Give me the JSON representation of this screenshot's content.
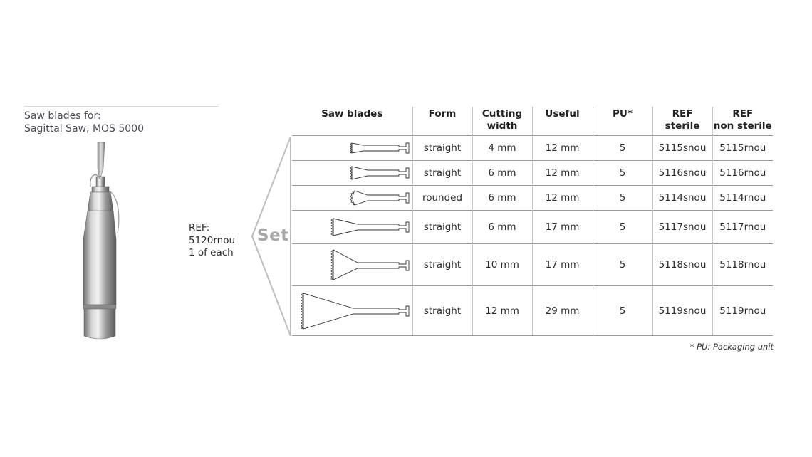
{
  "product": {
    "title_line1": "Saw blades for:",
    "title_line2": "Sagittal Saw, MOS 5000"
  },
  "set": {
    "ref_label": "REF:",
    "ref_code": "5120rnou",
    "note": "1 of each",
    "label": "Set"
  },
  "table": {
    "headers": [
      {
        "line1": "Saw blades",
        "line2": ""
      },
      {
        "line1": "Form",
        "line2": ""
      },
      {
        "line1": "Cutting",
        "line2": "width"
      },
      {
        "line1": "Useful",
        "line2": ""
      },
      {
        "line1": "PU*",
        "line2": ""
      },
      {
        "line1": "REF",
        "line2": "sterile"
      },
      {
        "line1": "REF",
        "line2": "non sterile"
      }
    ],
    "rows": [
      {
        "form": "straight",
        "cutting_width": "4 mm",
        "useful": "12 mm",
        "pu": "5",
        "ref_sterile": "5115snou",
        "ref_non_sterile": "5115rnou"
      },
      {
        "form": "straight",
        "cutting_width": "6 mm",
        "useful": "12 mm",
        "pu": "5",
        "ref_sterile": "5116snou",
        "ref_non_sterile": "5116rnou"
      },
      {
        "form": "rounded",
        "cutting_width": "6 mm",
        "useful": "12 mm",
        "pu": "5",
        "ref_sterile": "5114snou",
        "ref_non_sterile": "5114rnou"
      },
      {
        "form": "straight",
        "cutting_width": "6 mm",
        "useful": "17 mm",
        "pu": "5",
        "ref_sterile": "5117snou",
        "ref_non_sterile": "5117rnou"
      },
      {
        "form": "straight",
        "cutting_width": "10 mm",
        "useful": "17 mm",
        "pu": "5",
        "ref_sterile": "5118snou",
        "ref_non_sterile": "5118rnou"
      },
      {
        "form": "straight",
        "cutting_width": "12 mm",
        "useful": "29 mm",
        "pu": "5",
        "ref_sterile": "5119snou",
        "ref_non_sterile": "5119rnou"
      }
    ]
  },
  "footnote": "* PU: Packaging unit",
  "colors": {
    "set_gray": "#a8a8a8",
    "rule": "#9a9a9a"
  }
}
